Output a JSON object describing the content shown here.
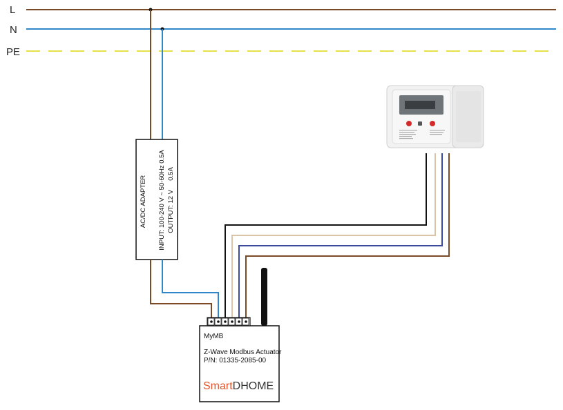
{
  "rails": {
    "line_label": "L",
    "neutral_label": "N",
    "earth_label": "PE"
  },
  "adapter": {
    "title": "AC/DC ADAPTER",
    "input": "INPUT: 100-240 V ~ 50-60Hz 0.5A",
    "output": "OUTPUT: 12 V     0.5A"
  },
  "actuator": {
    "name": "MyMB",
    "description": "Z-Wave Modbus Actuator",
    "part_number": "P/N: 01335-2085-00",
    "brand_part1": "Smart",
    "brand_part2": "DHOME"
  },
  "colors": {
    "line": "#7a4a26",
    "neutral": "#2f87c8",
    "earth": "#e6e04a",
    "wire_black": "#111111",
    "wire_beige": "#d9c4a8",
    "wire_blue": "#3b4a9a",
    "wire_brown": "#7a4a26",
    "brand_orange": "#e2552a"
  }
}
